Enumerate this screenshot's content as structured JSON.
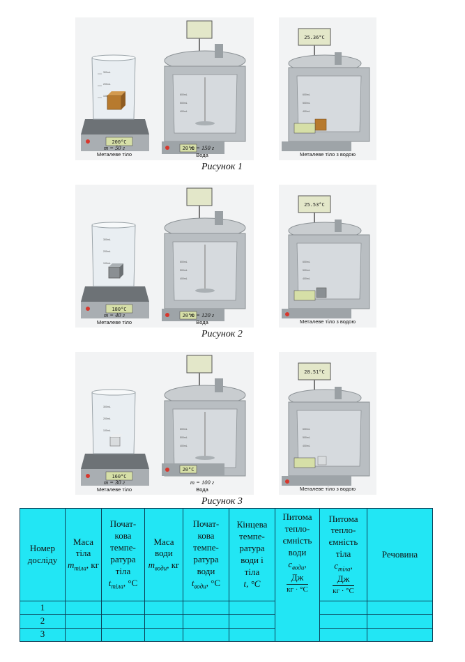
{
  "figures": [
    {
      "caption": "Рисунок 1",
      "scale_display": "200°C",
      "calorimeter_display": "20°C",
      "final_display": "25.36°C",
      "body_label_mass": "m = 50 г",
      "body_label_name": "Металеве тіло",
      "water_label_mass": "m = 150 г",
      "water_label_name": "Вода",
      "combined_label": "Металеве тіло з водою"
    },
    {
      "caption": "Рисунок 2",
      "scale_display": "180°C",
      "calorimeter_display": "20°C",
      "final_display": "25.53°C",
      "body_label_mass": "m = 40 г",
      "body_label_name": "Металеве тіло",
      "water_label_mass": "m = 120 г",
      "water_label_name": "Вода",
      "combined_label": "Металеве тіло з водою"
    },
    {
      "caption": "Рисунок 3",
      "scale_display": "160°C",
      "calorimeter_display": "20°C",
      "final_display": "28.51°C",
      "body_label_mass": "m = 30 г",
      "body_label_name": "Металеве тіло",
      "water_label_mass": "m = 100 г",
      "water_label_name": "Вода",
      "combined_label": "Металеве тіло з водою"
    }
  ],
  "beaker_ticks": [
    "300mL",
    "200mL",
    "100mL"
  ],
  "calorimeter_ticks": [
    "600mL",
    "500mL",
    "400mL"
  ],
  "table": {
    "headers": {
      "number": [
        "Номер",
        "досліду"
      ],
      "body_mass": [
        "Маса",
        "тіла"
      ],
      "body_mass_sym": "m",
      "body_mass_sub": "тіла",
      "body_mass_unit": ", кг",
      "body_temp": [
        "Почат-",
        "кова",
        "темпе-",
        "ратура",
        "тіла"
      ],
      "body_temp_sym": "t",
      "body_temp_sub": "тіла",
      "body_temp_unit": ", °C",
      "water_mass": [
        "Маса",
        "води"
      ],
      "water_mass_sym": "m",
      "water_mass_sub": "води",
      "water_mass_unit": ", кг",
      "water_temp": [
        "Почат-",
        "кова",
        "темпе-",
        "ратура",
        "води"
      ],
      "water_temp_sym": "t",
      "water_temp_sub": "води",
      "water_temp_unit": ", °C",
      "final_temp": [
        "Кінцева",
        "темпе-",
        "ратура",
        "води і",
        "тіла"
      ],
      "final_temp_sym": "t, °C",
      "c_water": [
        "Питома",
        "тепло-",
        "ємність",
        "води"
      ],
      "c_water_sym": "c",
      "c_water_sub": "води",
      "c_body": [
        "Питома",
        "тепло-",
        "ємність",
        "тіла"
      ],
      "c_body_sym": "c",
      "c_body_sub": "тіла",
      "c_unit_num": "Дж",
      "c_unit_den": "кг · °C",
      "substance": "Речовина"
    },
    "rows": [
      "1",
      "2",
      "3"
    ]
  }
}
